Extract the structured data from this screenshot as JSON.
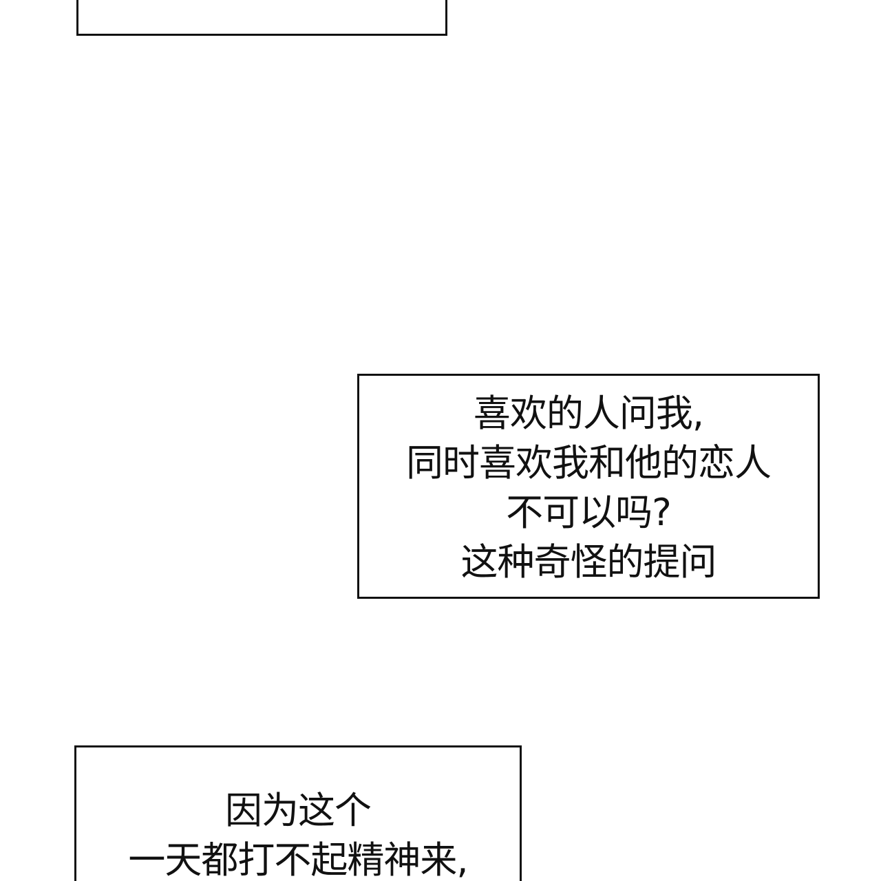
{
  "captions": {
    "top": {
      "lines": []
    },
    "middle": {
      "lines": [
        "喜欢的人问我,",
        "同时喜欢我和他的恋人",
        "不可以吗?",
        "这种奇怪的提问"
      ]
    },
    "bottom": {
      "lines": [
        "因为这个",
        "一天都打不起精神来,"
      ]
    }
  },
  "colors": {
    "background": "#ffffff",
    "border": "#111111",
    "text": "#111111"
  }
}
